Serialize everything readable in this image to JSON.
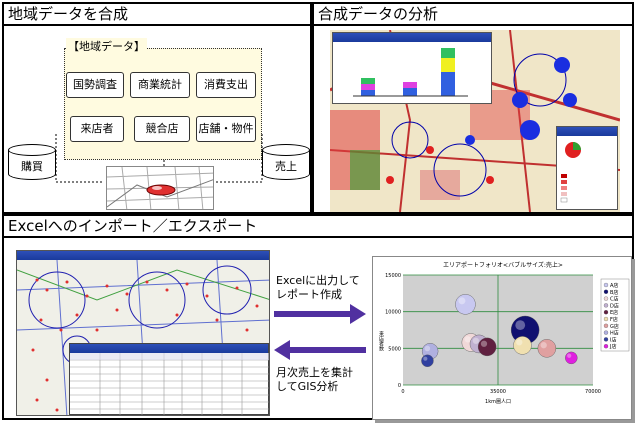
{
  "panels": {
    "compose": {
      "title": "地域データを合成",
      "data_label": "【地域データ】",
      "sources": [
        "国勢調査",
        "商業統計",
        "消費支出",
        "来店者",
        "競合店",
        "店舗・物件"
      ],
      "left_db": "購買",
      "right_db": "売上"
    },
    "analysis": {
      "title": "合成データの分析"
    },
    "excel": {
      "title": "Excelへのインポート／エクスポート",
      "export_label_line1": "Excelに出力して",
      "export_label_line2": "レポート作成",
      "import_label_line1": "月次売上を集計",
      "import_label_line2": "してGIS分析",
      "chart_title": "エリアポートフォリオ<バブルサイズ:売上>",
      "chart_ylabel": "来店者数",
      "chart_xlabel": "1km圏人口"
    }
  },
  "chart_data": {
    "type": "scatter",
    "title": "エリアポートフォリオ<バブルサイズ:売上>",
    "xlabel": "1km圏人口",
    "ylabel": "来店者数",
    "xticks": [
      "0",
      "35000",
      "70000"
    ],
    "yticks": [
      "15000",
      "10000",
      "5000",
      "0"
    ],
    "xlim": [
      0,
      70000
    ],
    "ylim": [
      0,
      15000
    ],
    "legend": [
      "A店",
      "B店",
      "C店",
      "D店",
      "E店",
      "F店",
      "G店",
      "H店",
      "I店",
      "J店"
    ],
    "points": [
      {
        "x": 23000,
        "y": 11000,
        "size": 10,
        "color": "#c8c8f0"
      },
      {
        "x": 45000,
        "y": 7500,
        "size": 14,
        "color": "#101070"
      },
      {
        "x": 25000,
        "y": 5800,
        "size": 9,
        "color": "#f0d8d8"
      },
      {
        "x": 28000,
        "y": 5600,
        "size": 9,
        "color": "#c0b0d0"
      },
      {
        "x": 31000,
        "y": 5200,
        "size": 9,
        "color": "#602040"
      },
      {
        "x": 44000,
        "y": 5400,
        "size": 9,
        "color": "#f0e0b0"
      },
      {
        "x": 53000,
        "y": 5000,
        "size": 9,
        "color": "#e0a0a0"
      },
      {
        "x": 10000,
        "y": 4600,
        "size": 8,
        "color": "#b0b0e0"
      },
      {
        "x": 9000,
        "y": 3300,
        "size": 6,
        "color": "#3040a0"
      },
      {
        "x": 62000,
        "y": 3700,
        "size": 6,
        "color": "#e020e0"
      }
    ]
  }
}
